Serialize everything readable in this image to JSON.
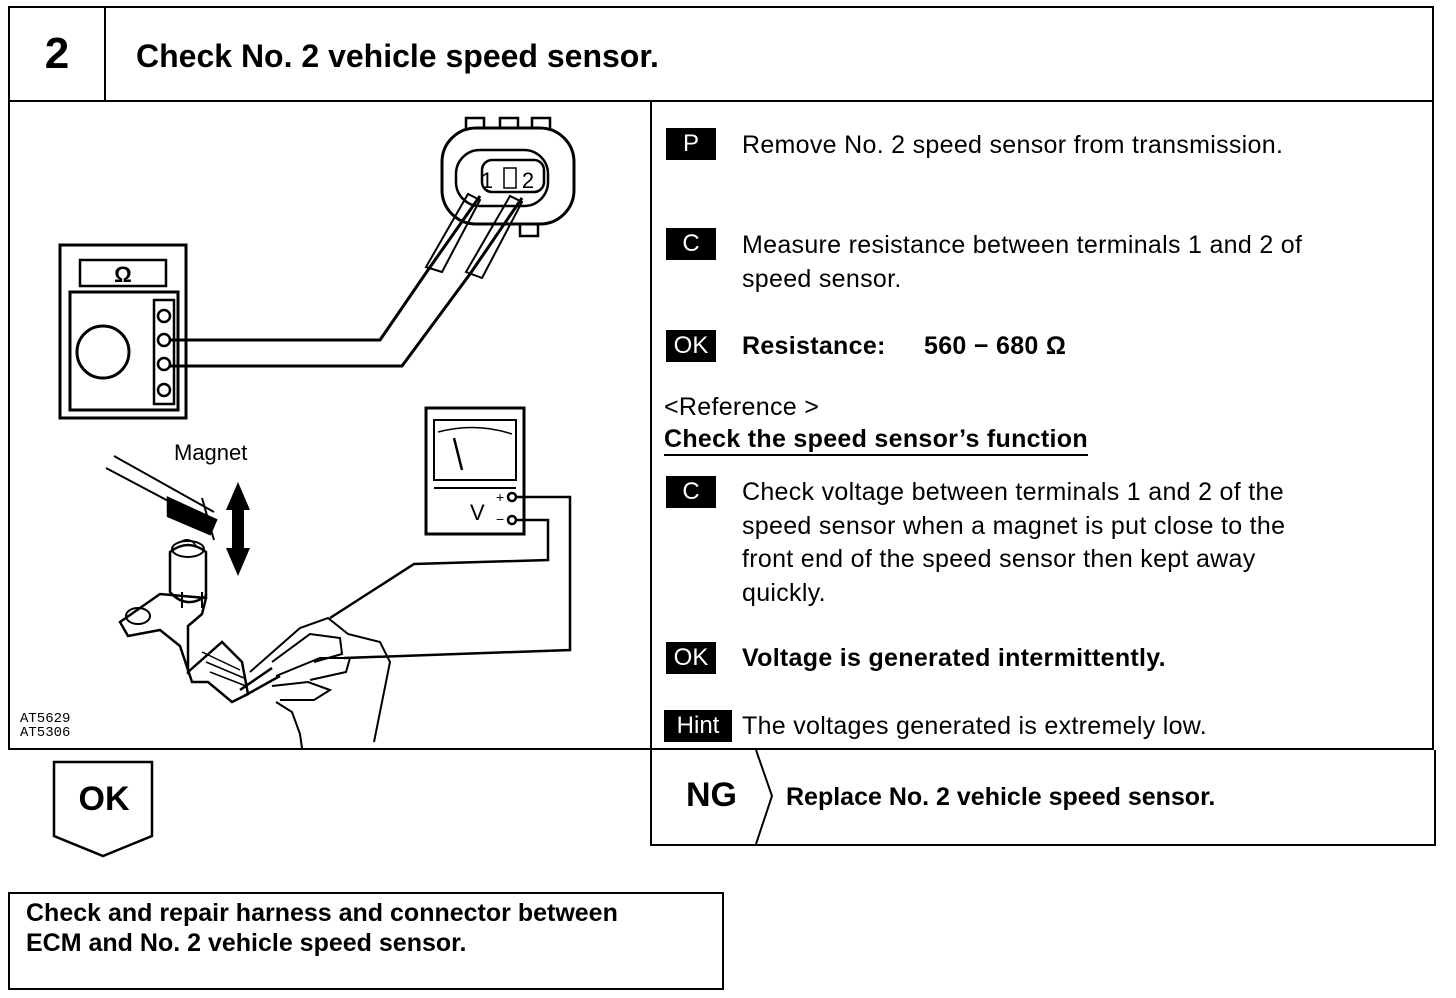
{
  "header": {
    "step_number": "2",
    "title": "Check No. 2 vehicle speed sensor."
  },
  "figure": {
    "ohm_symbol": "Ω",
    "connector_pin_1": "1",
    "connector_pin_2": "2",
    "magnet_label": "Magnet",
    "voltmeter_label": "V",
    "plus_sign": "+",
    "minus_sign": "−",
    "figure_code_1": "AT5629",
    "figure_code_2": "AT5306"
  },
  "instructions": {
    "step_p": {
      "badge": "P",
      "text": "Remove No. 2 speed sensor from transmission."
    },
    "step_c1": {
      "badge": "C",
      "line1": "Measure resistance between terminals 1 and 2 of",
      "line2": "speed sensor."
    },
    "ok1": {
      "badge": "OK",
      "label": "Resistance:",
      "value": "560 − 680 Ω"
    },
    "reference": "<Reference >",
    "reference_heading": "Check the speed sensor’s function",
    "step_c2": {
      "badge": "C",
      "line1": "Check voltage between terminals 1 and 2 of the",
      "line2": "speed sensor when a magnet is put close to the",
      "line3": "front end of the speed sensor then kept away",
      "line4": "quickly."
    },
    "ok2": {
      "badge": "OK",
      "text": "Voltage is generated intermittently."
    },
    "hint": {
      "badge": "Hint",
      "text": "The voltages generated is extremely low."
    }
  },
  "results": {
    "ng_label": "NG",
    "ng_action": "Replace No. 2 vehicle speed sensor.",
    "ok_label": "OK",
    "ok_action_line1": "Check and repair harness and connector between",
    "ok_action_line2": "ECM and No. 2 vehicle speed sensor."
  }
}
